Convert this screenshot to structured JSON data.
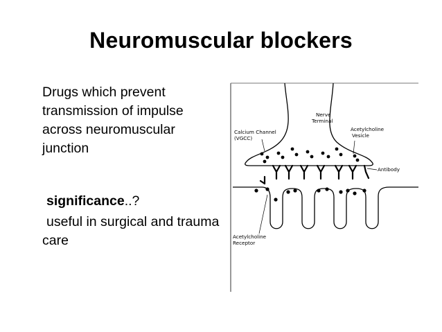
{
  "slide": {
    "title": "Neuromuscular blockers",
    "definition": "Drugs which prevent transmission of impulse across neuromuscular junction",
    "significance_label": "significance",
    "significance_suffix": "..?",
    "use": "useful in surgical and trauma care"
  },
  "diagram": {
    "labels": {
      "nerve": "Nerve",
      "terminal": "Terminal",
      "calcium_channel": "Calcium Channel",
      "vgcc": "(VGCC)",
      "ach_vesicle_1": "Acetylcholine",
      "ach_vesicle_2": "Vesicle",
      "antibody": "Antibody",
      "ach_receptor_1": "Acetylcholine",
      "ach_receptor_2": "Receptor"
    }
  }
}
